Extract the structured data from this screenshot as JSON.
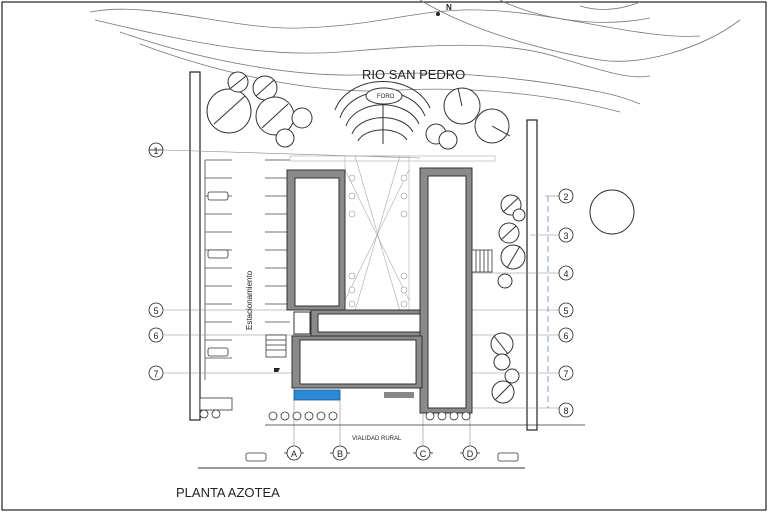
{
  "title": "PLANTA AZOTEA",
  "river_label": "RIO SAN PEDRO",
  "foro_label": "FORO",
  "parking_label": "Estacionamiento",
  "road_label": "VIALIDAD RURAL",
  "north_label": "N",
  "row_axes_left": [
    "1",
    "5",
    "6",
    "7"
  ],
  "row_axes_right": [
    "2",
    "3",
    "4",
    "5",
    "6",
    "7",
    "8"
  ],
  "column_axes": [
    "A",
    "B",
    "C",
    "D"
  ]
}
